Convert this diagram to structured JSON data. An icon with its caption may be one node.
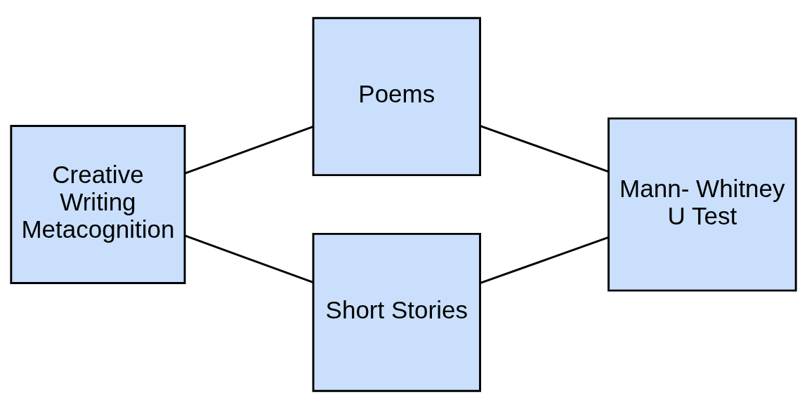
{
  "diagram": {
    "nodes": [
      {
        "text": [
          "Creative Writing Metacognition"
        ]
      },
      {
        "text": [
          "Poems"
        ]
      },
      {
        "text": [
          "Short Stories"
        ]
      },
      {
        "text": [
          "Mann- Whitney U Test"
        ]
      }
    ],
    "edges": [
      {
        "from": 0,
        "to": 1,
        "arrow": "none"
      },
      {
        "from": 0,
        "to": 2,
        "arrow": "none"
      },
      {
        "from": 1,
        "to": 3,
        "arrow": "none"
      },
      {
        "from": 2,
        "to": 3,
        "arrow": "none"
      }
    ]
  }
}
